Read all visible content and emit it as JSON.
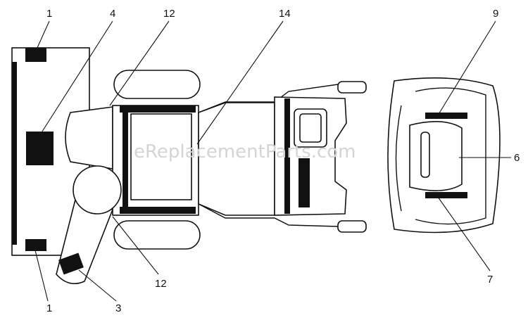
{
  "watermark": "eReplacementParts.com",
  "callouts": {
    "c1_top": "1",
    "c4": "4",
    "c12_top": "12",
    "c14": "14",
    "c9": "9",
    "c6": "6",
    "c7": "7",
    "c12_bottom": "12",
    "c3": "3",
    "c1_bottom": "1"
  },
  "colors": {
    "line": "#111111",
    "background": "#ffffff",
    "watermark": "#d4d4d4"
  }
}
